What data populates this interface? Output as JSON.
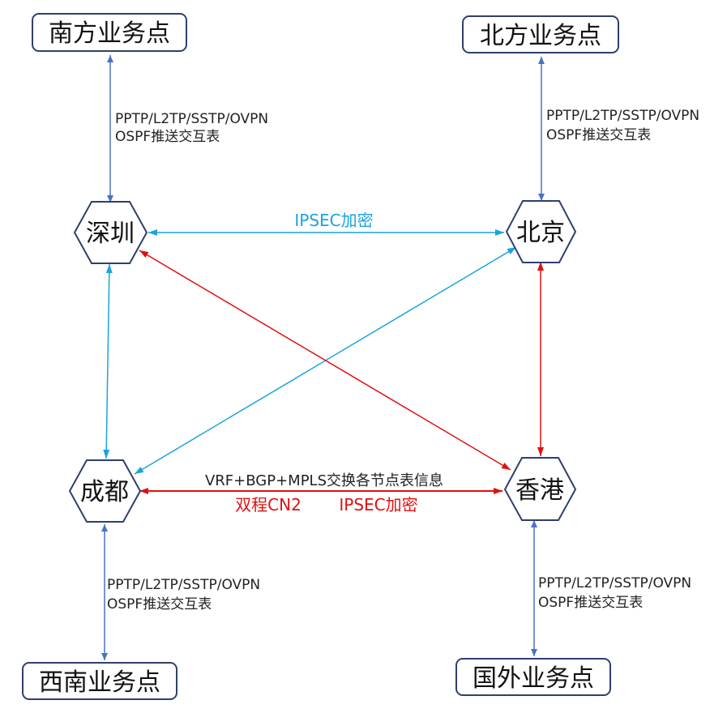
{
  "colors": {
    "box_stroke": "#2f3f6e",
    "hex_stroke": "#2f3f6e",
    "access_line": "#4a72c4",
    "ipsec_line": "#1aa3dd",
    "cn2_line": "#e01010"
  },
  "sites": {
    "south": "南方业务点",
    "north": "北方业务点",
    "southwest": "西南业务点",
    "overseas": "国外业务点"
  },
  "hubs": {
    "shenzhen": "深圳",
    "beijing": "北京",
    "chengdu": "成都",
    "hongkong": "香港"
  },
  "access_protocols": {
    "line1": "PPTP/L2TP/SSTP/OVPN",
    "line2": "OSPF推送交互表"
  },
  "links": {
    "sz_bj": "IPSEC加密",
    "cd_hk_top": "VRF+BGP+MPLS交换各节点表信息",
    "cd_hk_bottom_a": "双程CN2",
    "cd_hk_bottom_b": "IPSEC加密"
  }
}
